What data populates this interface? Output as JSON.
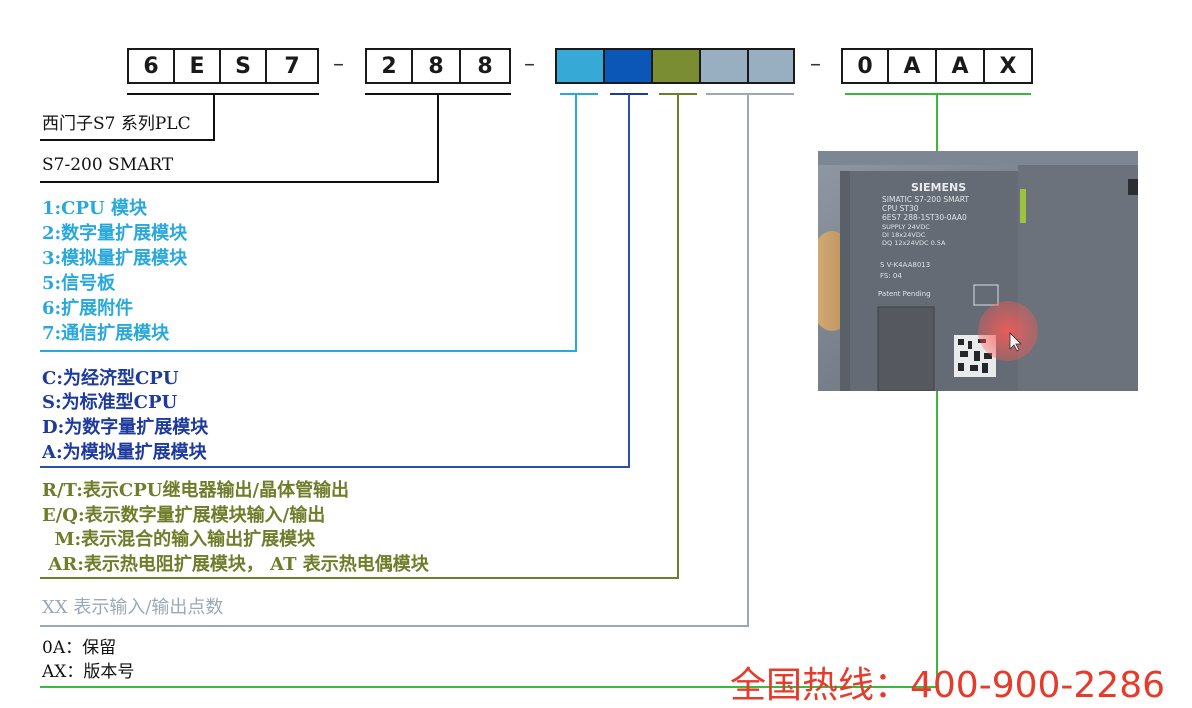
{
  "code": {
    "group1": [
      "6",
      "E",
      "S",
      "7"
    ],
    "group2": [
      "2",
      "8",
      "8"
    ],
    "group3": [
      "",
      "",
      "",
      "",
      ""
    ],
    "group4": [
      "0",
      "A",
      "A",
      "X"
    ],
    "separator": "–",
    "color_boxes": [
      "#37a9d6",
      "#0a57b8",
      "#7b8d33",
      "#97afc1",
      "#97afc1"
    ]
  },
  "labels": {
    "series": "西门子S7 系列PLC",
    "family": "S7-200 SMART",
    "type_lines": [
      "1:CPU 模块",
      "2:数字量扩展模块",
      "3:模拟量扩展模块",
      "5:信号板",
      "6:扩展附件",
      "7:通信扩展模块"
    ],
    "cpu_lines": [
      "C:为经济型CPU",
      "S:为标准型CPU",
      "D:为数字量扩展模块",
      "A:为模拟量扩展模块"
    ],
    "io_lines": [
      "R/T:表示CPU继电器输出/晶体管输出",
      "E/Q:表示数字量扩展模块输入/输出",
      "  M:表示混合的输入输出扩展模块",
      " AR:表示热电阻扩展模块， AT 表示热电偶模块"
    ],
    "points_line": "XX 表示输入/输出点数",
    "suffix_lines": [
      "0A：保留",
      "AX：版本号"
    ]
  },
  "photo": {
    "brand": "SIEMENS",
    "line1": "SIMATIC S7-200 SMART",
    "line2": "CPU ST30",
    "line3": "6ES7 288-1ST30-0AA0",
    "line4": "SUPPLY 24VDC",
    "line5": "DI 18x24VDC",
    "line6": "DQ 12x24VDC 0.5A",
    "serial": "S V-K4AA8013",
    "fs": "FS: 04",
    "patent": "Patent Pending"
  },
  "hotline": "全国热线：400-900-2286",
  "colors": {
    "cyan": "#29a8dc",
    "blue": "#1d3a9c",
    "olive": "#6f7d2a",
    "gray": "#9aa9b5",
    "green": "#3cb83c",
    "hotline": "#e63b2a"
  }
}
